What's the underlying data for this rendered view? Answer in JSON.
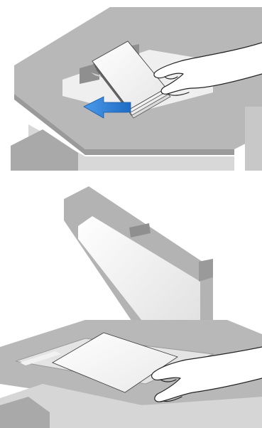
{
  "figures": [
    {
      "id": "adf-loading",
      "depicts": [
        "document-feeder",
        "paper-stack",
        "hand",
        "insert-arrow"
      ]
    },
    {
      "id": "platen-glass",
      "depicts": [
        "open-document-cover",
        "platen-glass",
        "single-sheet",
        "hand"
      ]
    }
  ],
  "colors": {
    "background": "#ffffff",
    "body_gray": "#b3b3b3",
    "dark_gray": "#8c8c8c",
    "light_gray": "#d6d6d6",
    "paper": "#f4f4f4",
    "arrow_blue": "#2f7fd6",
    "line": "#333333"
  }
}
